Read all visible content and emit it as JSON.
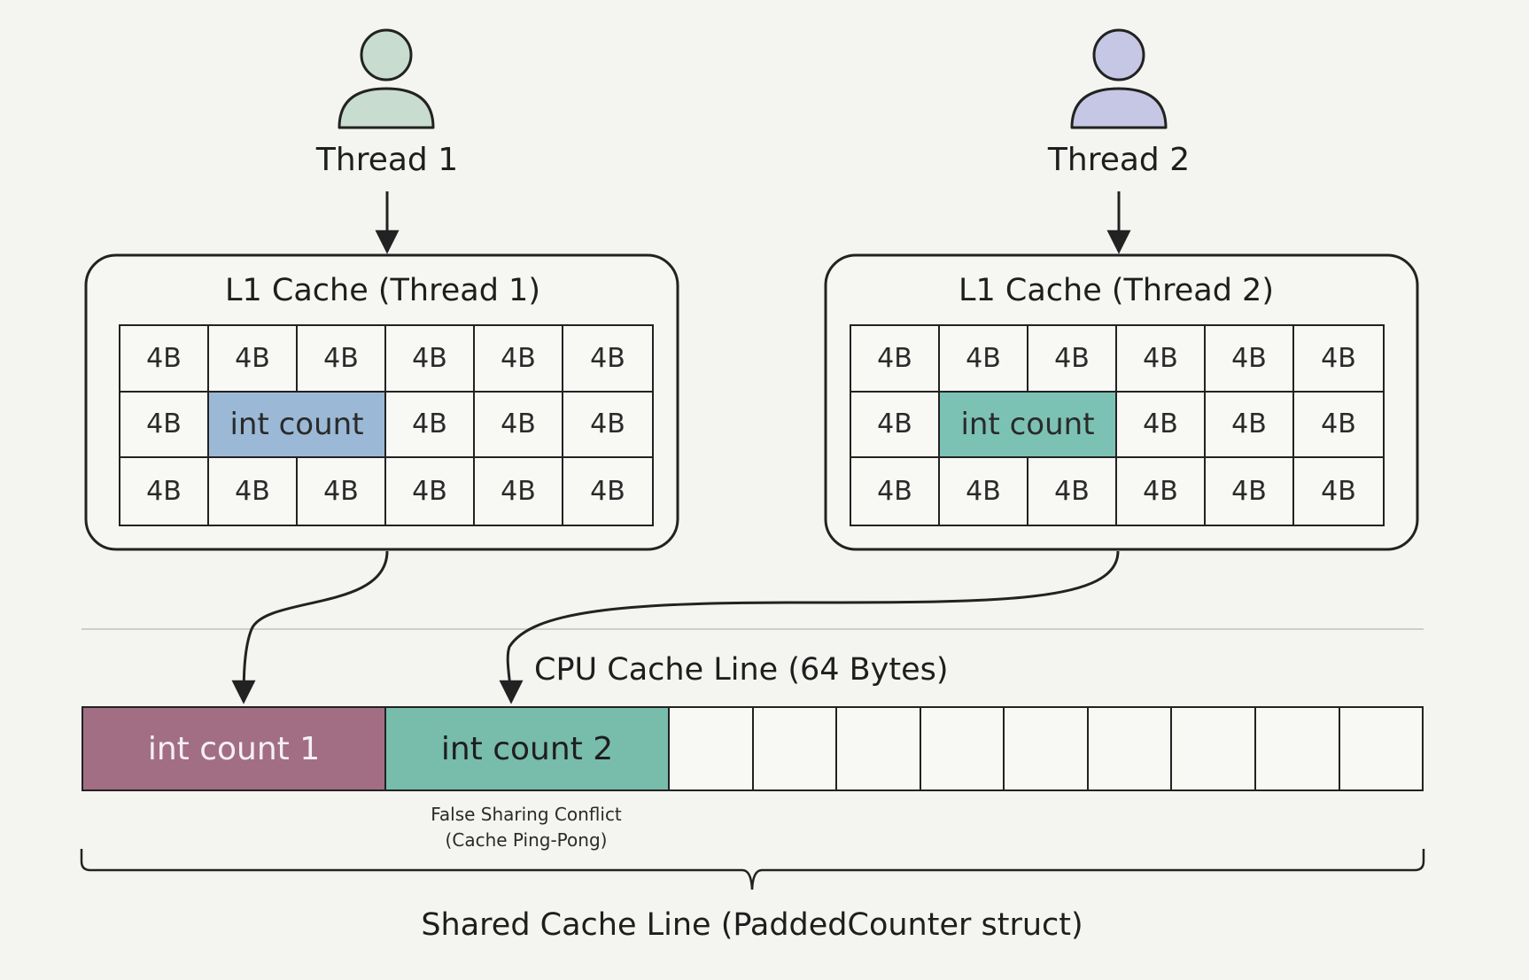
{
  "threads": [
    {
      "label": "Thread 1",
      "color": "#c8dccf"
    },
    {
      "label": "Thread 2",
      "color": "#c6c7e4"
    }
  ],
  "caches": [
    {
      "title": "L1 Cache (Thread 1)",
      "cell_label": "4B",
      "highlight_label": "int count",
      "highlight_color": "#9bb9d6"
    },
    {
      "title": "L1 Cache (Thread 2)",
      "cell_label": "4B",
      "highlight_label": "int count",
      "highlight_color": "#7cc2b4"
    }
  ],
  "cache_line": {
    "title": "CPU Cache Line (64 Bytes)",
    "slots": [
      {
        "label": "int count 1",
        "color": "#a26e84"
      },
      {
        "label": "int count 2",
        "color": "#78bcab"
      }
    ],
    "empty_slots": 9,
    "note_line1": "False Sharing Conflict",
    "note_line2": "(Cache Ping-Pong)"
  },
  "brace_label": "Shared Cache Line (PaddedCounter struct)"
}
